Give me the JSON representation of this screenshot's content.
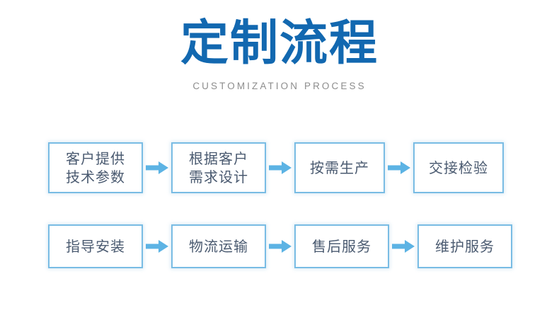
{
  "header": {
    "title": "定制流程",
    "subtitle": "CUSTOMIZATION PROCESS",
    "title_color": "#1268b0",
    "subtitle_color": "#8d8d8d"
  },
  "theme": {
    "background": "#ffffff",
    "box_border": "#79bce4",
    "box_text": "#4a5a70",
    "arrow_color": "#5cb3e4"
  },
  "flow": {
    "row_1": {
      "steps": [
        {
          "lines": [
            "客户提供",
            "技术参数"
          ]
        },
        {
          "lines": [
            "根据客户",
            "需求设计"
          ]
        },
        {
          "lines": [
            "按需生产"
          ]
        },
        {
          "lines": [
            "交接检验"
          ]
        }
      ],
      "arrows": [
        "arrow-right-icon",
        "arrow-right-icon",
        "arrow-right-icon"
      ]
    },
    "row_2": {
      "steps": [
        {
          "lines": [
            "指导安装"
          ]
        },
        {
          "lines": [
            "物流运输"
          ]
        },
        {
          "lines": [
            "售后服务"
          ]
        },
        {
          "lines": [
            "维护服务"
          ]
        }
      ],
      "arrows": [
        "arrow-right-icon",
        "arrow-right-icon",
        "arrow-right-icon"
      ]
    }
  }
}
